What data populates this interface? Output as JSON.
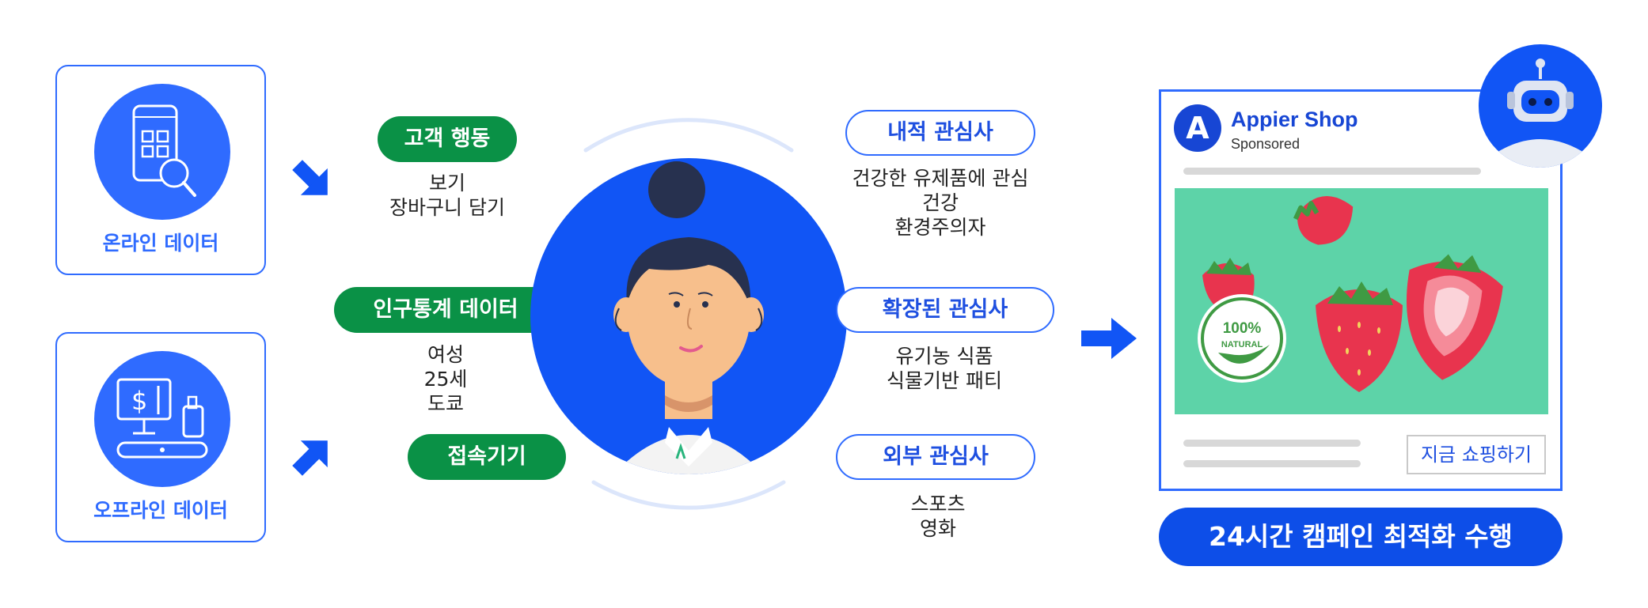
{
  "sources": {
    "online_label": "온라인 데이터",
    "offline_label": "오프라인 데이터"
  },
  "left_groups": {
    "behavior": {
      "label": "고객 행동",
      "items": [
        "보기",
        "장바구니 담기"
      ]
    },
    "demographics": {
      "label": "인구통계 데이터",
      "items": [
        "여성",
        "25세",
        "도쿄"
      ]
    },
    "device": {
      "label": "접속기기"
    }
  },
  "right_groups": {
    "intrinsic": {
      "label": "내적 관심사",
      "items": [
        "건강한 유제품에 관심",
        "건강",
        "환경주의자"
      ]
    },
    "expanded": {
      "label": "확장된 관심사",
      "items": [
        "유기농 식품",
        "식물기반 패티"
      ]
    },
    "external": {
      "label": "외부 관심사",
      "items": [
        "스포츠",
        "영화"
      ]
    }
  },
  "ad": {
    "logo_letter": "A",
    "brand_name": "Appier Shop",
    "sponsored": "Sponsored",
    "badge_percent": "100%",
    "badge_text": "NATURAL",
    "cta": "지금 쇼핑하기"
  },
  "campaign_label": "24시간 캠페인 최적화 수행",
  "colors": {
    "primary_blue": "#2f6bff",
    "deep_blue": "#0d4ee8",
    "green": "#0a9146",
    "ad_background": "#5dd3a8",
    "strawberry": "#e8344e"
  },
  "icons": {
    "online": "smartphone-search-icon",
    "offline": "pos-terminal-icon",
    "arrows": "arrow-icon",
    "robot": "robot-icon"
  }
}
